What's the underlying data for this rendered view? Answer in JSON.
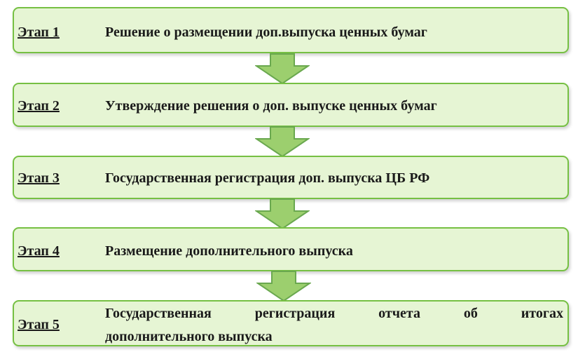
{
  "stages": [
    {
      "label": "Этап 1",
      "text": "Решение о размещении доп.выпуска ценных бумаг"
    },
    {
      "label": "Этап 2",
      "text": "Утверждение решения о доп. выпуске ценных бумаг"
    },
    {
      "label": "Этап 3",
      "text": "Государственная регистрация доп. выпуска  ЦБ РФ"
    },
    {
      "label": "Этап 4",
      "text": "Размещение дополнительного выпуска"
    },
    {
      "label": "Этап 5",
      "text_line1_words": [
        "Государственная",
        "регистрация",
        "отчета",
        "об",
        "итогах"
      ],
      "text_line2": "дополнительного выпуска"
    }
  ],
  "colors": {
    "box_fill": "#e6f5d4",
    "box_border": "#76c043",
    "arrow_fill": "#9ccf6e",
    "arrow_border": "#6aa84f"
  }
}
